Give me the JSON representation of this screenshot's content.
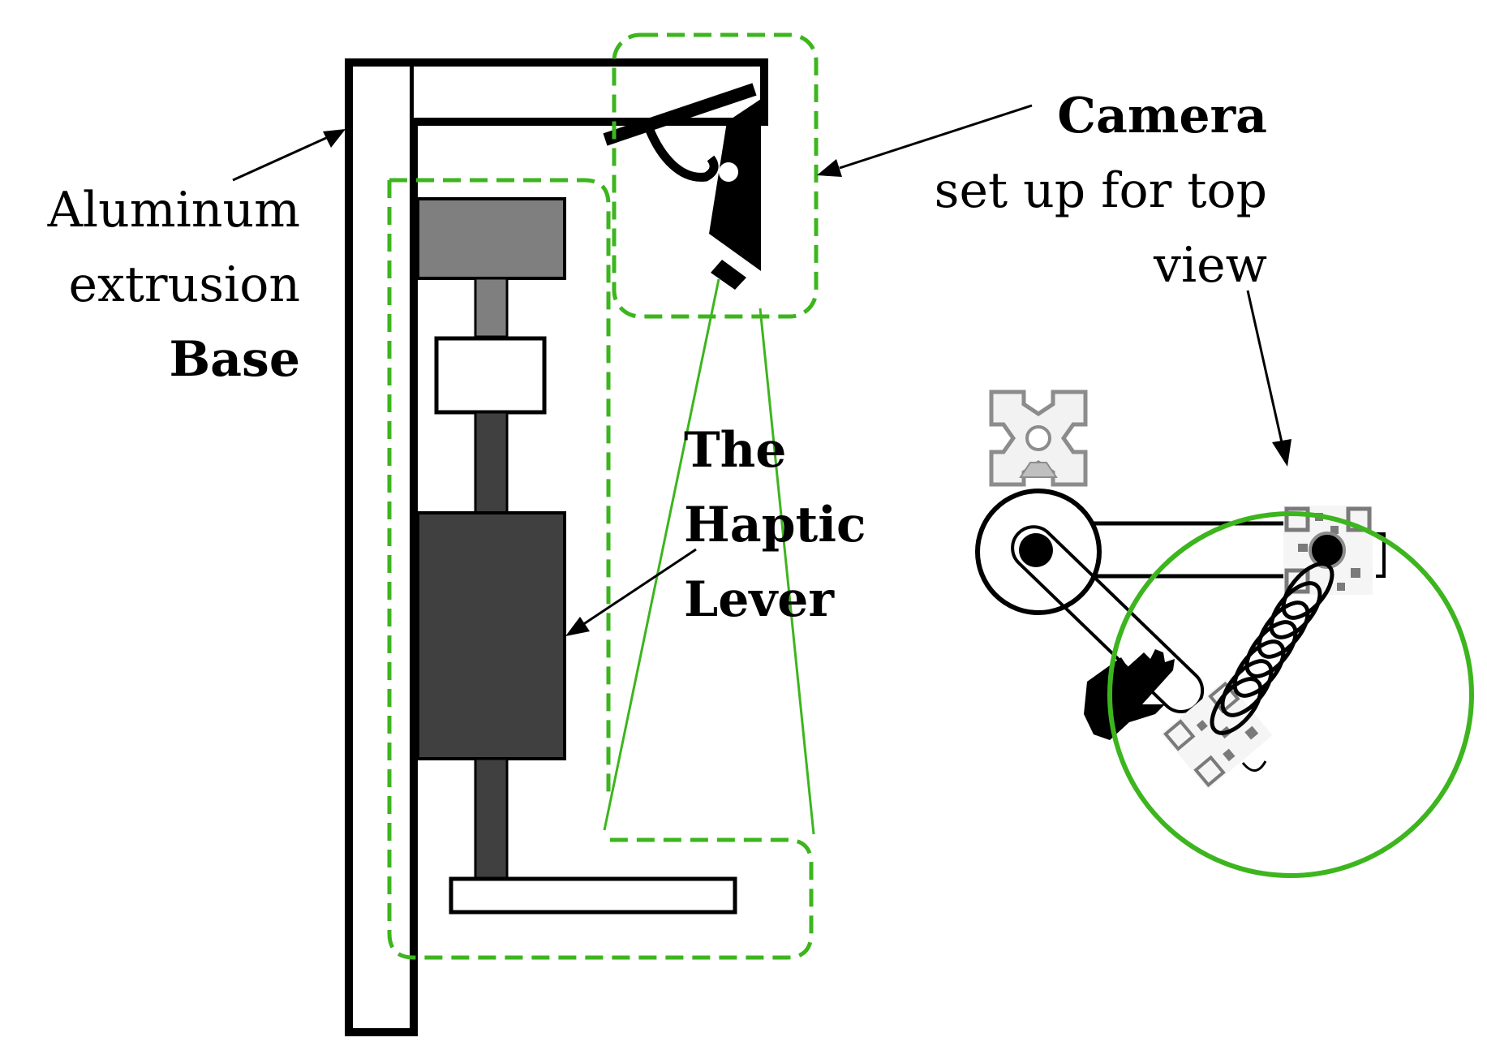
{
  "labels": {
    "aluminum_line1": "Aluminum",
    "aluminum_line2": "extrusion",
    "base": "Base",
    "camera_title": "Camera",
    "camera_line2": "set up for top",
    "camera_line3": "view",
    "lever_line1": "The",
    "lever_line2": "Haptic",
    "lever_line3": "Lever"
  },
  "colors": {
    "outline": "#000000",
    "highlight_green": "#3db51e",
    "motor_top": "#7f7f7f",
    "motor_body": "#404040"
  },
  "icons": [
    "camera-icon",
    "aluminum-profile-icon",
    "hand-icon",
    "qr-marker-icon",
    "spring-icon"
  ]
}
